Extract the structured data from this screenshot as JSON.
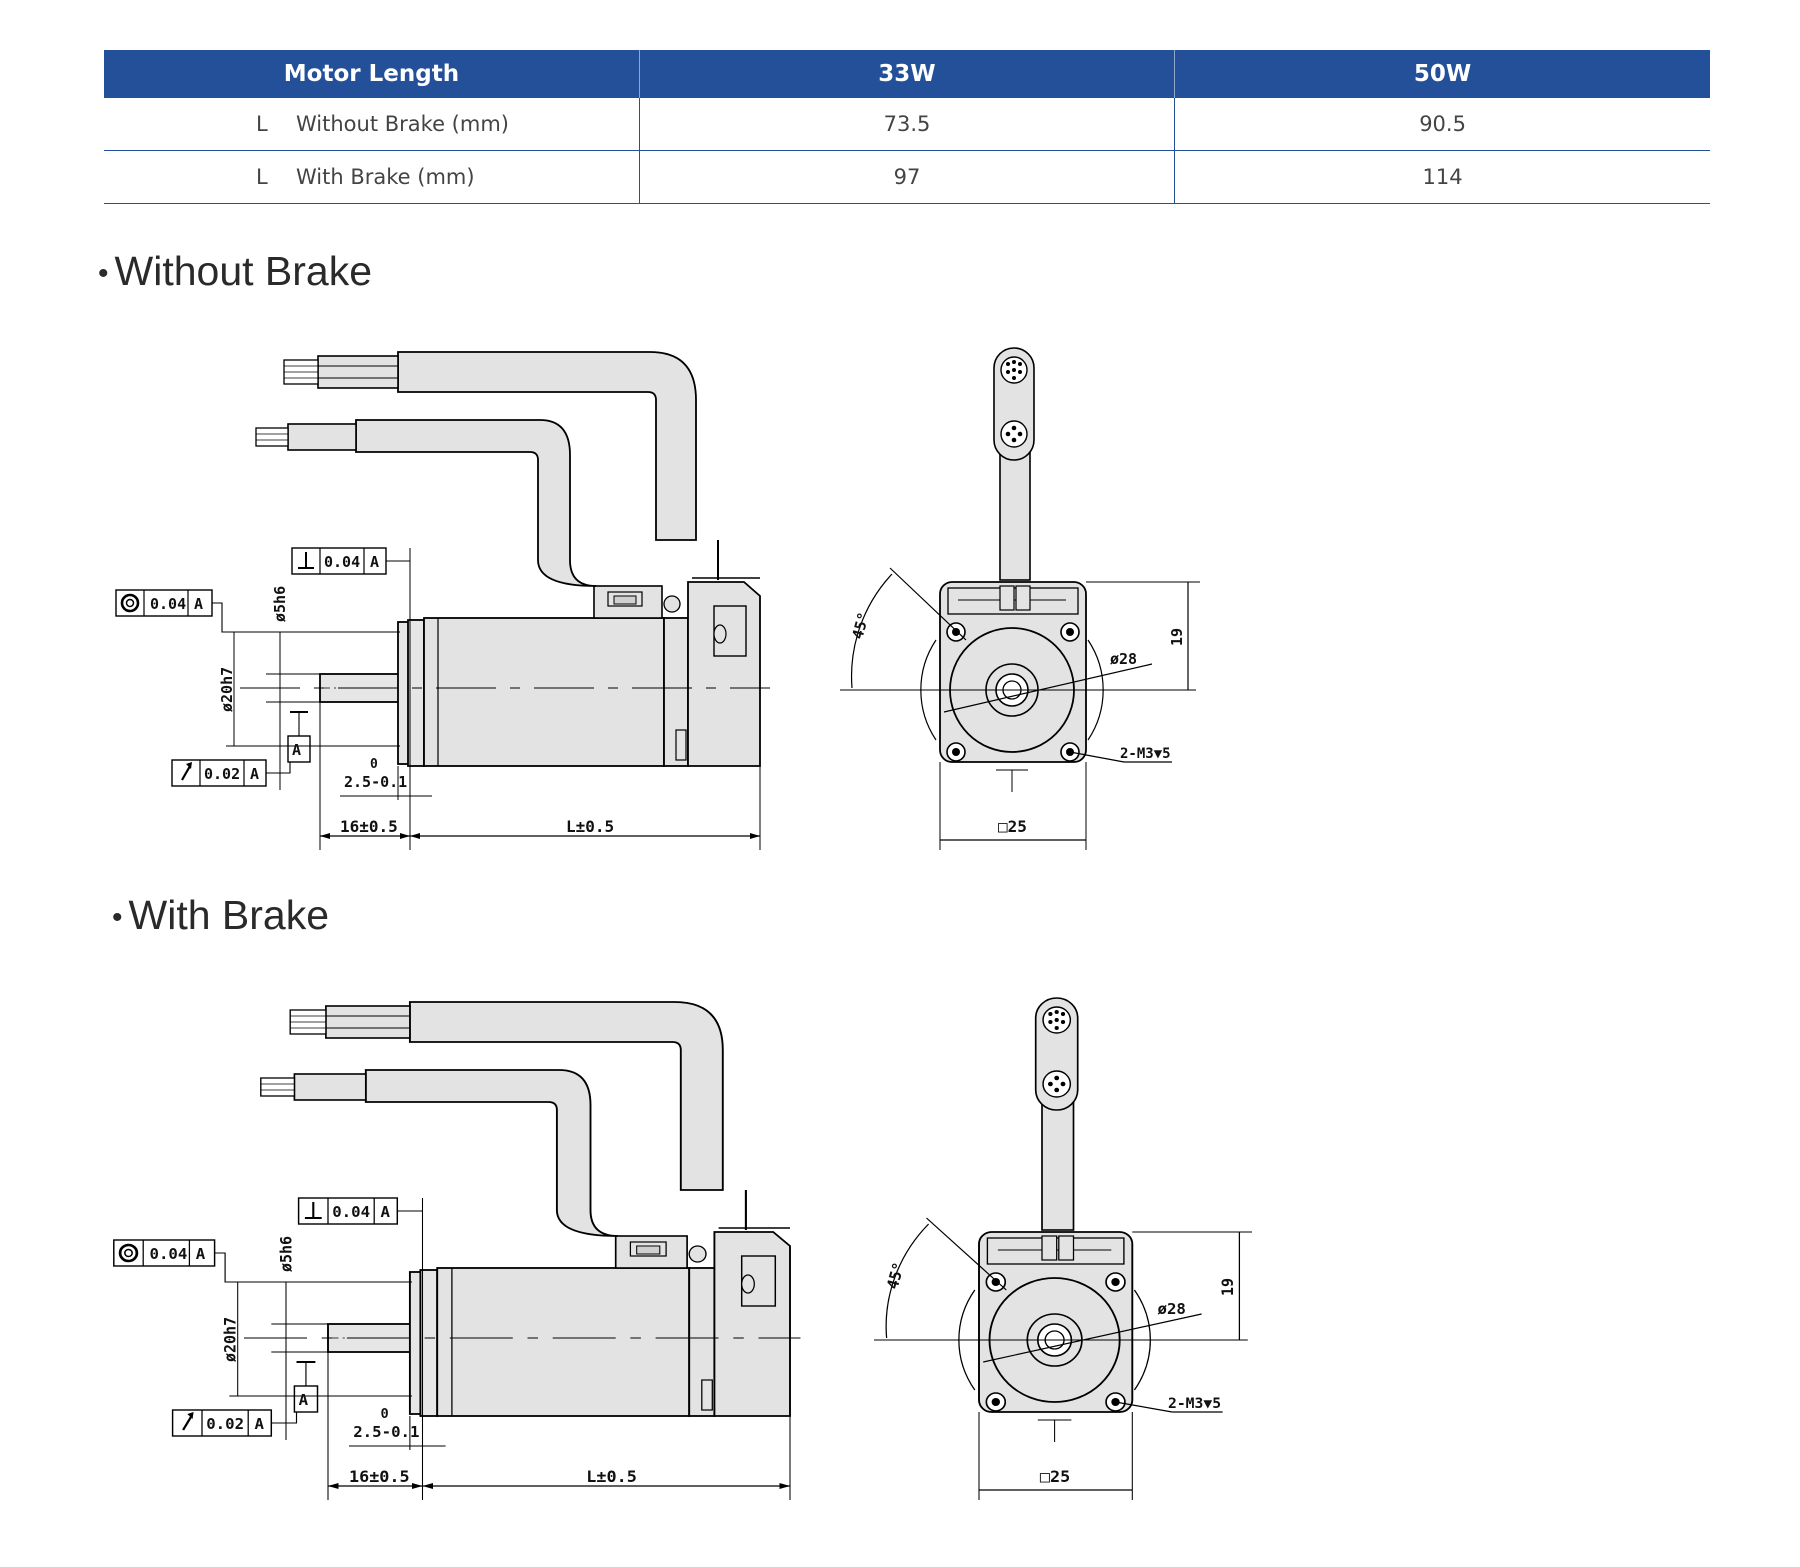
{
  "table": {
    "headers": [
      "Motor Length",
      "33W",
      "50W"
    ],
    "rows": [
      {
        "symbol": "L",
        "label": "Without Brake (mm)",
        "values": [
          "73.5",
          "90.5"
        ]
      },
      {
        "symbol": "L",
        "label": "With Brake (mm)",
        "values": [
          "97",
          "114"
        ]
      }
    ]
  },
  "sections": {
    "without_brake": "Without Brake",
    "with_brake": "With Brake"
  },
  "dims": {
    "concentricity": "0.04",
    "perpendicularity": "0.04",
    "runout": "0.02",
    "datum": "A",
    "shaft_dia": "ø5h6",
    "pilot_dia": "ø20h7",
    "pilot_depth_top": "0",
    "pilot_depth": "2.5-0.1",
    "shaft_len": "16±0.5",
    "body_len": "L±0.5",
    "angle": "45°",
    "pcd": "ø28",
    "holes": "2-M3▼5",
    "height": "19",
    "square": "□25"
  },
  "colors": {
    "header_bg": "#24509a",
    "line": "#24509a",
    "part_fill": "#e3e3e3"
  }
}
